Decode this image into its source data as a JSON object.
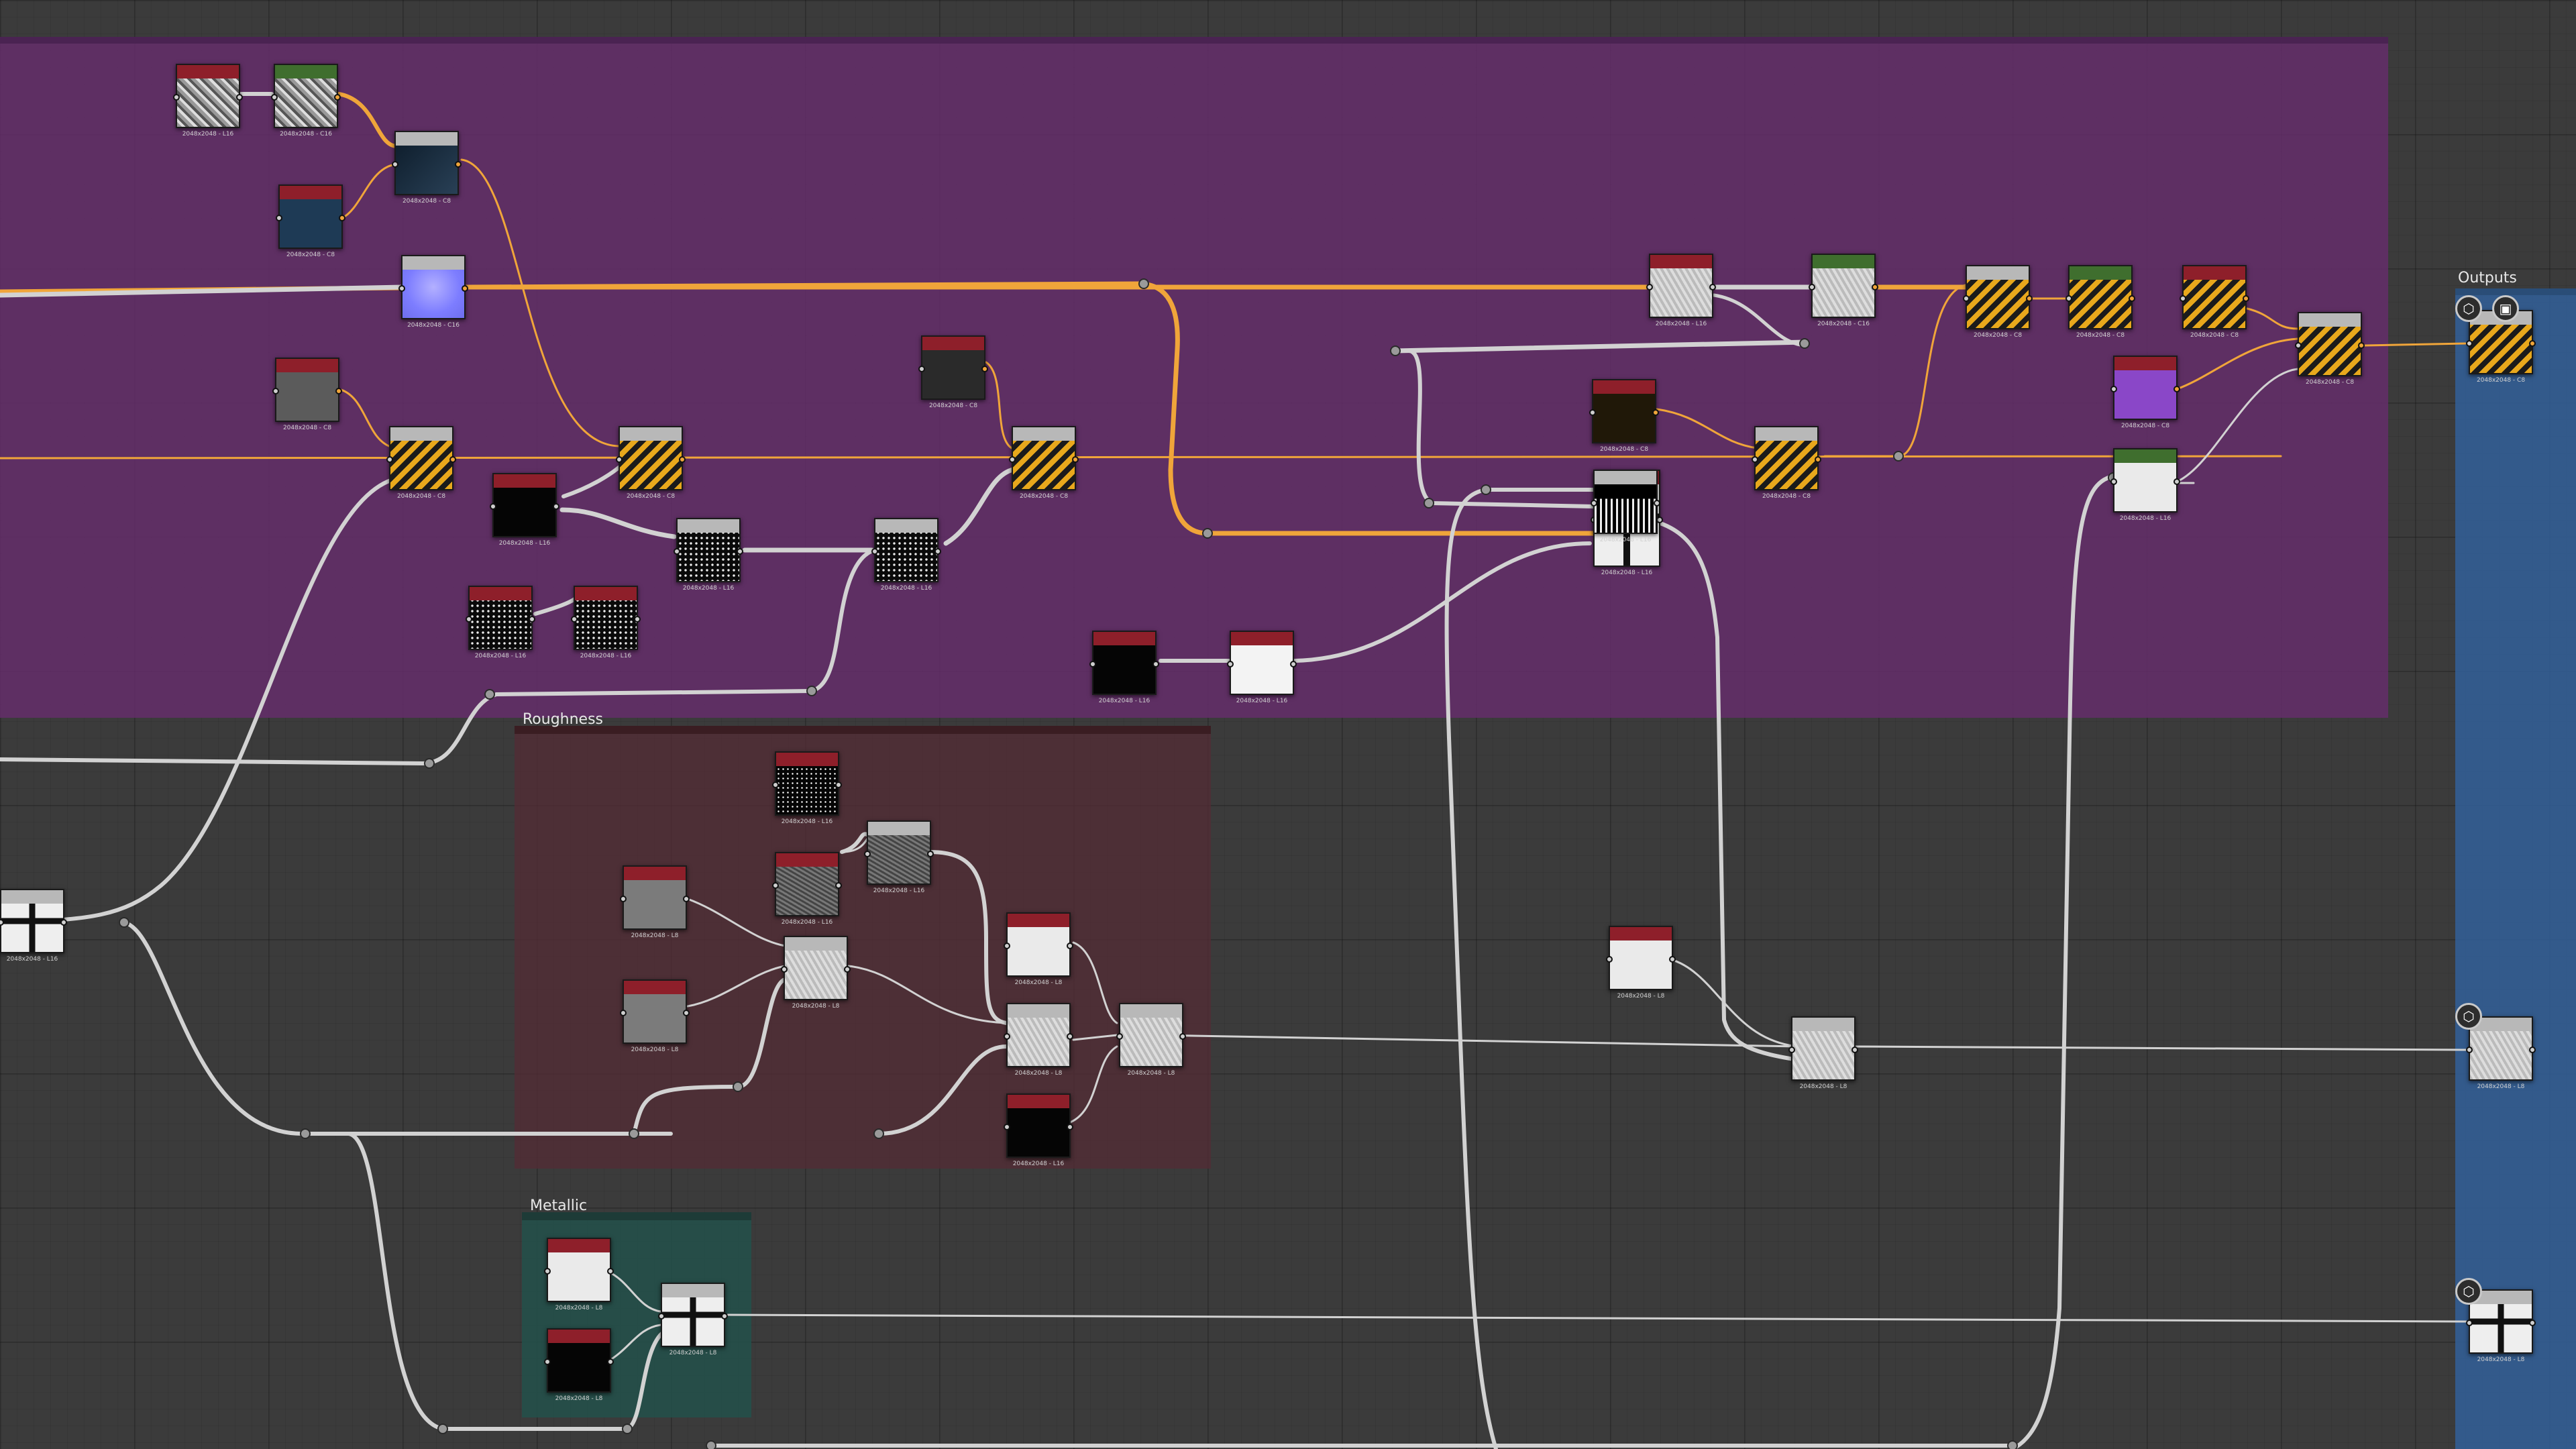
{
  "frames": {
    "roughness": "Roughness",
    "metallic": "Metallic",
    "outputs": "Outputs"
  },
  "colors": {
    "wire_grey": "#d2d2d2",
    "wire_orange": "#f0a53a",
    "header_red": "#8e1f2a",
    "header_green": "#3f6e2e",
    "header_grey": "#b8b8b8"
  },
  "icons": {
    "output_cube": "cube-icon",
    "output_display": "display-icon"
  },
  "nodes": [
    {
      "id": "n1",
      "label": "2048x2048 - L16",
      "hdr": "#8e1f2a",
      "thumb": "th-noise"
    },
    {
      "id": "n2",
      "label": "2048x2048 - C16",
      "hdr": "#3f6e2e",
      "thumb": "th-noise"
    },
    {
      "id": "n3",
      "label": "2048x2048 - C8",
      "hdr": "#b8b8b8",
      "thumb": "th-dark"
    },
    {
      "id": "n4",
      "label": "2048x2048 - C8",
      "hdr": "#8e1f2a",
      "thumb": "th-navy"
    },
    {
      "id": "n5",
      "label": "2048x2048 - C16",
      "hdr": "#b8b8b8",
      "thumb": "th-normal"
    },
    {
      "id": "n6",
      "label": "2048x2048 - C8",
      "hdr": "#8e1f2a",
      "thumb": "th-grey"
    },
    {
      "id": "n7",
      "label": "2048x2048 - C8",
      "hdr": "#b8b8b8",
      "thumb": "th-hazard"
    },
    {
      "id": "n8",
      "label": "2048x2048 - L16",
      "hdr": "#8e1f2a",
      "thumb": "th-curve"
    },
    {
      "id": "n9",
      "label": "2048x2048 - C8",
      "hdr": "#b8b8b8",
      "thumb": "th-hazard"
    },
    {
      "id": "n10",
      "label": "2048x2048 - L16",
      "hdr": "#b8b8b8",
      "thumb": "th-dots"
    },
    {
      "id": "n11",
      "label": "2048x2048 - L16",
      "hdr": "#8e1f2a",
      "thumb": "th-dots"
    },
    {
      "id": "n12",
      "label": "2048x2048 - L16",
      "hdr": "#8e1f2a",
      "thumb": "th-dots"
    },
    {
      "id": "n13",
      "label": "2048x2048 - L16",
      "hdr": "#b8b8b8",
      "thumb": "th-dots"
    },
    {
      "id": "n14",
      "label": "2048x2048 - C8",
      "hdr": "#8e1f2a",
      "thumb": "th-charcoal"
    },
    {
      "id": "n15",
      "label": "2048x2048 - C8",
      "hdr": "#b8b8b8",
      "thumb": "th-hazard"
    },
    {
      "id": "n16",
      "label": "2048x2048 - L16",
      "hdr": "#8e1f2a",
      "thumb": "th-curve"
    },
    {
      "id": "n17",
      "label": "2048x2048 - L16",
      "hdr": "#8e1f2a",
      "thumb": "th-curve-w"
    },
    {
      "id": "n18",
      "label": "2048x2048 - L16",
      "hdr": "#8e1f2a",
      "thumb": "th-light"
    },
    {
      "id": "n19",
      "label": "2048x2048 - C16",
      "hdr": "#3f6e2e",
      "thumb": "th-light"
    },
    {
      "id": "n20",
      "label": "2048x2048 - C8",
      "hdr": "#8e1f2a",
      "thumb": "th-brown"
    },
    {
      "id": "n21",
      "label": "2048x2048 - L16",
      "hdr": "#8e1f2a",
      "thumb": "th-pattern"
    },
    {
      "id": "n22",
      "label": "2048x2048 - C8",
      "hdr": "#b8b8b8",
      "thumb": "th-hazard"
    },
    {
      "id": "n23",
      "label": "2048x2048 - C8",
      "hdr": "#b8b8b8",
      "thumb": "th-hazard"
    },
    {
      "id": "n24",
      "label": "2048x2048 - C8",
      "hdr": "#3f6e2e",
      "thumb": "th-hazard"
    },
    {
      "id": "n25",
      "label": "2048x2048 - C8",
      "hdr": "#8e1f2a",
      "thumb": "th-hazard"
    },
    {
      "id": "n26",
      "label": "2048x2048 - C8",
      "hdr": "#b8b8b8",
      "thumb": "th-hazard"
    },
    {
      "id": "n27",
      "label": "2048x2048 - C8",
      "hdr": "#8e1f2a",
      "thumb": "th-purple"
    },
    {
      "id": "n28",
      "label": "2048x2048 - L16",
      "hdr": "#3f6e2e",
      "thumb": "th-white"
    },
    {
      "id": "n29",
      "label": "2048x2048 - L16",
      "hdr": "#b8b8b8",
      "thumb": "th-blend"
    },
    {
      "id": "r1",
      "label": "2048x2048 - L16",
      "hdr": "#8e1f2a",
      "thumb": "th-speck"
    },
    {
      "id": "r2",
      "label": "2048x2048 - L16",
      "hdr": "#8e1f2a",
      "thumb": "th-grain"
    },
    {
      "id": "r3",
      "label": "2048x2048 - L16",
      "hdr": "#b8b8b8",
      "thumb": "th-grain"
    },
    {
      "id": "r4",
      "label": "2048x2048 - L8",
      "hdr": "#8e1f2a",
      "thumb": "th-gray2"
    },
    {
      "id": "r5",
      "label": "2048x2048 - L8",
      "hdr": "#8e1f2a",
      "thumb": "th-gray2"
    },
    {
      "id": "r6",
      "label": "2048x2048 - L8",
      "hdr": "#b8b8b8",
      "thumb": "th-light"
    },
    {
      "id": "r7",
      "label": "2048x2048 - L8",
      "hdr": "#8e1f2a",
      "thumb": "th-white"
    },
    {
      "id": "r8",
      "label": "2048x2048 - L8",
      "hdr": "#b8b8b8",
      "thumb": "th-light"
    },
    {
      "id": "r9",
      "label": "2048x2048 - L8",
      "hdr": "#b8b8b8",
      "thumb": "th-light"
    },
    {
      "id": "r10",
      "label": "2048x2048 - L16",
      "hdr": "#8e1f2a",
      "thumb": "th-curve"
    },
    {
      "id": "m1",
      "label": "2048x2048 - L8",
      "hdr": "#8e1f2a",
      "thumb": "th-white"
    },
    {
      "id": "m2",
      "label": "2048x2048 - L8",
      "hdr": "#8e1f2a",
      "thumb": "th-black"
    },
    {
      "id": "m3",
      "label": "2048x2048 - L8",
      "hdr": "#b8b8b8",
      "thumb": "th-pattern"
    },
    {
      "id": "x1",
      "label": "2048x2048 - L8",
      "hdr": "#8e1f2a",
      "thumb": "th-white"
    },
    {
      "id": "x2",
      "label": "2048x2048 - L8",
      "hdr": "#b8b8b8",
      "thumb": "th-light"
    },
    {
      "id": "x3",
      "label": "2048x2048 - L16",
      "hdr": "#b8b8b8",
      "thumb": "th-pattern"
    },
    {
      "id": "o1",
      "label": "2048x2048 - C8",
      "hdr": "#b8b8b8",
      "thumb": "th-hazard"
    },
    {
      "id": "o2",
      "label": "2048x2048 - L8",
      "hdr": "#b8b8b8",
      "thumb": "th-light"
    },
    {
      "id": "o3",
      "label": "2048x2048 - L8",
      "hdr": "#b8b8b8",
      "thumb": "th-pattern"
    }
  ]
}
